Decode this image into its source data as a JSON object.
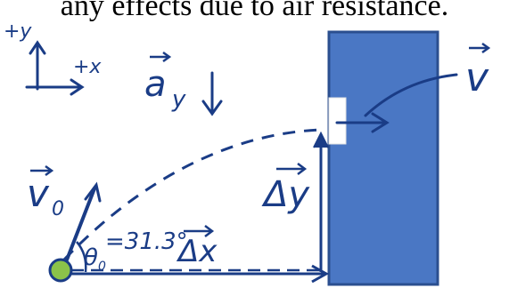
{
  "caption": "any effects due to air resistance.",
  "colors": {
    "ink": "#1a3c86",
    "wall": "#4a77c4",
    "wall_border": "#2b4f8f",
    "ball": "#8bc34a"
  },
  "labels": {
    "plus_y": "+y",
    "plus_x": "+x",
    "a_y": "a",
    "a_y_sub": "y",
    "v": "v",
    "v0": "v",
    "v0_sub": "0",
    "theta": "θ",
    "theta_sub": "0",
    "angle_value": "=31.3°",
    "delta_x": "Δx",
    "delta_y": "Δy"
  }
}
